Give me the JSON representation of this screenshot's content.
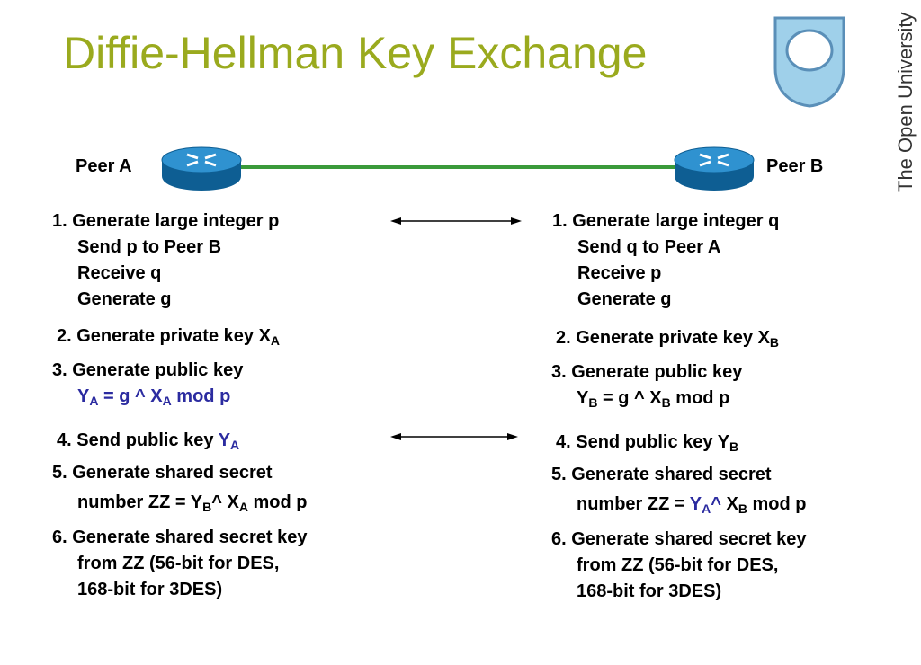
{
  "title": "Diffie-Hellman Key Exchange",
  "brand": "The Open University",
  "colors": {
    "title": "#9aaa1e",
    "link": "#3a9a3a",
    "router": "#1a7fc0",
    "emphasis": "#2b2ba0"
  },
  "peer_a": {
    "label": "Peer A",
    "step1": [
      "1. Generate large integer p",
      "Send p to Peer B",
      "Receive q",
      "Generate g"
    ],
    "step2": {
      "text": "2. Generate private key X",
      "sub": "A"
    },
    "step3": {
      "line1": "3. Generate public key",
      "y": "Y",
      "y_sub": "A",
      "mid": " = g ^ X",
      "x_sub": "A",
      "end": " mod p"
    },
    "step4": {
      "text": "4. Send public key ",
      "y": "Y",
      "y_sub": "A"
    },
    "step5": {
      "line1": "5. Generate shared secret",
      "pre": "number ZZ = Y",
      "s1": "B",
      "mid": "^ X",
      "s2": "A",
      "end": " mod p"
    },
    "step6": [
      "6. Generate shared secret key",
      "from ZZ (56-bit for DES,",
      "168-bit for 3DES)"
    ]
  },
  "peer_b": {
    "label": "Peer B",
    "step1": [
      "1. Generate large integer q",
      "Send q to Peer A",
      "Receive p",
      "Generate g"
    ],
    "step2": {
      "text": "2. Generate private key X",
      "sub": "B"
    },
    "step3": {
      "line1": "3. Generate public key",
      "y": "Y",
      "y_sub": "B",
      "mid": " = g ^ X",
      "x_sub": "B",
      "end": " mod p"
    },
    "step4": {
      "text": "4. Send public key Y",
      "sub": "B"
    },
    "step5": {
      "line1": "5. Generate shared secret",
      "pre": "number ZZ = ",
      "y": "Y",
      "s1": "A",
      "caret": "^",
      "mid": " X",
      "s2": "B",
      "end": " mod p"
    },
    "step6": [
      "6. Generate shared secret key",
      "from ZZ (56-bit for DES,",
      "168-bit for 3DES)"
    ]
  }
}
